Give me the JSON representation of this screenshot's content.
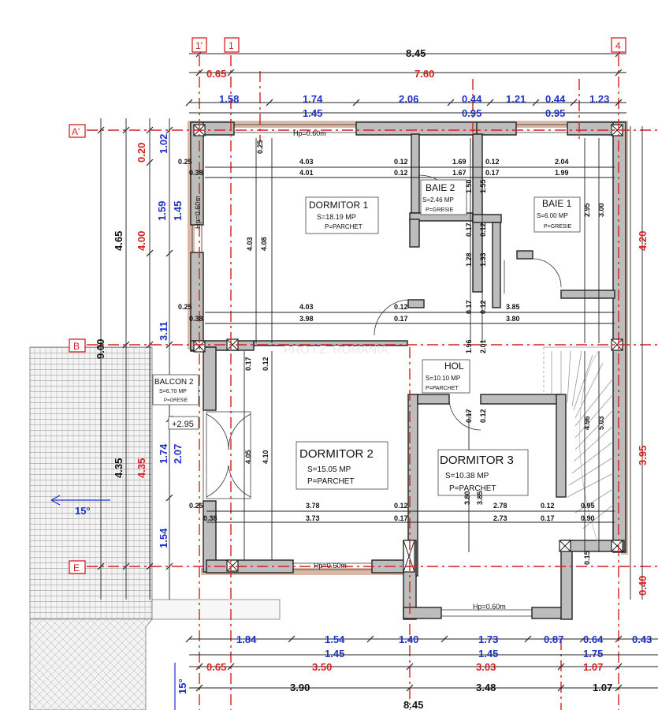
{
  "axes": {
    "vertical": [
      "1'",
      "1",
      "4"
    ],
    "horizontal": [
      "A'",
      "B",
      "E"
    ]
  },
  "watermark": "PRO.I.Z. ROMANIA",
  "rooms": [
    {
      "name": "DORMITOR 1",
      "area": "S=18.19 MP",
      "floor": "P=PARCHET"
    },
    {
      "name": "BAIE 2",
      "area": "S=2.46 MP",
      "floor": "P=GRESIE"
    },
    {
      "name": "BAIE 1",
      "area": "S=6.00 MP",
      "floor": "P=GRESIE"
    },
    {
      "name": "HOL",
      "area": "S=10.10 MP",
      "floor": "P=PARCHET"
    },
    {
      "name": "BALCON 2",
      "area": "S=6.70 MP",
      "floor": "P=GRESIE"
    },
    {
      "name": "DORMITOR 2",
      "area": "S=15.05 MP",
      "floor": "P=PARCHET"
    },
    {
      "name": "DORMITOR 3",
      "area": "S=10.38 MP",
      "floor": "P=PARCHET"
    }
  ],
  "level": "+2.95",
  "parapet_labels": {
    "top": "Hp=0.60m",
    "left": "Hp=0.60m",
    "bottom": "Hp=0.60m",
    "bottom2": "Hp=0.60m"
  },
  "roof_slope": "15°",
  "roof_slope2": "15°",
  "top_dims": {
    "overall": "8.45",
    "red_a": "0.65",
    "red_b": "7.60",
    "blue_a": [
      "1.58",
      "1.74",
      "2.06",
      "0.44",
      "1.21",
      "0.44",
      "1.23"
    ],
    "blue_b": [
      "1.45",
      "0.95",
      "0.95"
    ]
  },
  "bottom_dims": {
    "blue_a": [
      "1.84",
      "1.54",
      "1.40",
      "1.73",
      "0.87",
      "0.64",
      "0.43"
    ],
    "blue_b": [
      "1.45",
      "1.45",
      "1.75"
    ],
    "red": [
      "0.65",
      "3.50",
      "3.03",
      "1.07"
    ],
    "black": [
      "3.90",
      "3.48",
      "1.07"
    ],
    "overall": "8.45"
  },
  "left_dims": {
    "black_overall": "9.00",
    "black_a": "4.65",
    "black_b": "4.35",
    "red_a": "0.20",
    "red_b": "4.00",
    "red_c": "4.35",
    "blue": [
      "1.02",
      "1.59",
      "1.45",
      "3.11",
      "1.74",
      "2.07",
      "1.54"
    ]
  },
  "right_dims": {
    "red": [
      "4.20",
      "3.95",
      "0.40"
    ]
  },
  "interior_dims": {
    "d1_top": [
      "4.03",
      "4.01",
      "0.12",
      "0.12",
      "1.69",
      "1.67",
      "0.12",
      "0.17",
      "2.04",
      "1.99"
    ],
    "d1_bot": [
      "4.03",
      "3.98",
      "0.12",
      "0.17",
      "3.85",
      "3.80"
    ],
    "wall_thk": [
      "0.25",
      "0.38",
      "0.25",
      "0.38",
      "0.25",
      "0.38",
      "0.25",
      "0.17",
      "0.12"
    ],
    "d1_vert": [
      "4.03",
      "4.08",
      "1.50",
      "1.55",
      "0.17",
      "0.12",
      "1.28",
      "1.33",
      "2.95",
      "3.00",
      "0.17",
      "0.12",
      "1.96",
      "2.01"
    ],
    "d2": [
      "4.05",
      "4.10",
      "3.78",
      "3.73",
      "0.12",
      "0.17",
      "3.80",
      "3.85",
      "2.78",
      "2.73",
      "0.12",
      "0.17",
      "0.95",
      "0.90",
      "4.96",
      "5.03",
      "0.17",
      "0.12",
      "0.15"
    ]
  }
}
